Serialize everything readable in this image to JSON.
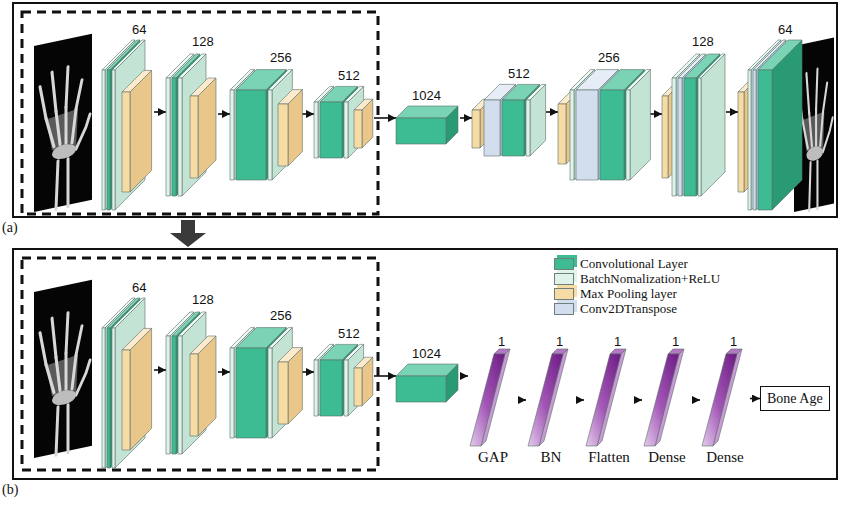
{
  "diagram": {
    "nodes": [
      {
        "text": [
          "(a)"
        ]
      },
      {
        "text": [
          "64"
        ],
        "in": 0
      },
      {
        "text": [
          "128"
        ],
        "in": 0
      },
      {
        "text": [
          "256"
        ],
        "in": 0
      },
      {
        "text": [
          "512"
        ],
        "in": 0
      },
      {
        "text": [
          "1024"
        ],
        "in": 0
      },
      {
        "text": [
          "512"
        ],
        "in": 0
      },
      {
        "text": [
          "256"
        ],
        "in": 0
      },
      {
        "text": [
          "128"
        ],
        "in": 0
      },
      {
        "text": [
          "64"
        ],
        "in": 0
      },
      {
        "text": [
          "(b)"
        ]
      },
      {
        "text": [
          "64"
        ],
        "in": 10
      },
      {
        "text": [
          "128"
        ],
        "in": 10
      },
      {
        "text": [
          "256"
        ],
        "in": 10
      },
      {
        "text": [
          "512"
        ],
        "in": 10
      },
      {
        "text": [
          "1024"
        ],
        "in": 10
      },
      {
        "text": [
          "1",
          "GAP"
        ],
        "in": 10
      },
      {
        "text": [
          "1",
          "BN"
        ],
        "in": 10
      },
      {
        "text": [
          "1",
          "Flatten"
        ],
        "in": 10
      },
      {
        "text": [
          "1",
          "Dense"
        ],
        "in": 10
      },
      {
        "text": [
          "1",
          "Dense"
        ],
        "in": 10
      },
      {
        "text": [
          "Bone Age"
        ],
        "in": 10
      }
    ],
    "edges": [
      {
        "from": 1,
        "to": 2,
        "arrow": "to"
      },
      {
        "from": 2,
        "to": 3,
        "arrow": "to"
      },
      {
        "from": 3,
        "to": 4,
        "arrow": "to"
      },
      {
        "from": 4,
        "to": 5,
        "arrow": "to"
      },
      {
        "from": 5,
        "to": 6,
        "arrow": "to"
      },
      {
        "from": 6,
        "to": 7,
        "arrow": "to"
      },
      {
        "from": 7,
        "to": 8,
        "arrow": "to"
      },
      {
        "from": 8,
        "to": 9,
        "arrow": "to"
      },
      {
        "from": 11,
        "to": 12,
        "arrow": "to"
      },
      {
        "from": 12,
        "to": 13,
        "arrow": "to"
      },
      {
        "from": 13,
        "to": 14,
        "arrow": "to"
      },
      {
        "from": 14,
        "to": 15,
        "arrow": "to"
      },
      {
        "from": 15,
        "to": 16,
        "arrow": "to"
      },
      {
        "from": 16,
        "to": 17,
        "arrow": "to"
      },
      {
        "from": 17,
        "to": 18,
        "arrow": "to"
      },
      {
        "from": 18,
        "to": 19,
        "arrow": "to"
      },
      {
        "from": 19,
        "to": 20,
        "arrow": "to"
      },
      {
        "from": 20,
        "to": 21,
        "arrow": "to"
      }
    ],
    "legend": [
      {
        "text": "Convolutional Layer",
        "color": "#3dbb92"
      },
      {
        "text": "BatchNomalization+ReLU",
        "color": "#dff3ea"
      },
      {
        "text": "Max Pooling layer",
        "color": "#f7dba4"
      },
      {
        "text": "Conv2DTranspose",
        "color": "#d2ddee"
      }
    ]
  }
}
